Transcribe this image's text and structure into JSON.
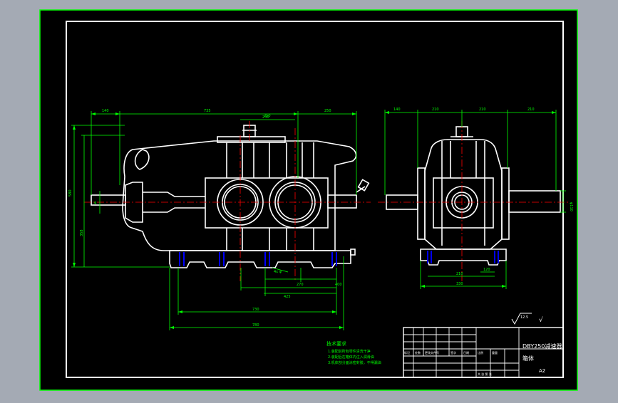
{
  "colors": {
    "chrome": "#a4aab4",
    "paper": "#000000",
    "border": "#00ff00",
    "outline": "#ffffff",
    "dimension": "#00ff00",
    "centerline": "#ff0000",
    "bolt": "#0000ff"
  },
  "dims": {
    "front_top": [
      "140",
      "735",
      "250",
      "250"
    ],
    "front_inner": "230",
    "front_left": [
      "580",
      "358"
    ],
    "front_left_small": "φ",
    "front_bottom": [
      "270",
      "425",
      "400",
      "730",
      "780"
    ],
    "front_base_small": "4x φ",
    "side_top": [
      "140",
      "210",
      "210",
      "210"
    ],
    "side_bottom": [
      "210",
      "330",
      "120"
    ],
    "side_right": "φ110"
  },
  "notes": {
    "title": "技术要求",
    "lines": [
      "1.装配前所有零件清洗干净",
      "2.装配后在箱体内注入润滑油",
      "3.机体剖分面涂密封胶，不得漏油"
    ]
  },
  "roughness": {
    "value": "12.5",
    "rest": "√"
  },
  "title_block": {
    "drawing_name": "DBY250减速器",
    "part_name": "箱体",
    "sheet_size": "A2",
    "row_labels": [
      "标记",
      "处数",
      "更改文件号",
      "签字",
      "日期"
    ],
    "scale_label": "比例",
    "weight_label": "重量",
    "sheet_label": "共 张 第 张"
  }
}
